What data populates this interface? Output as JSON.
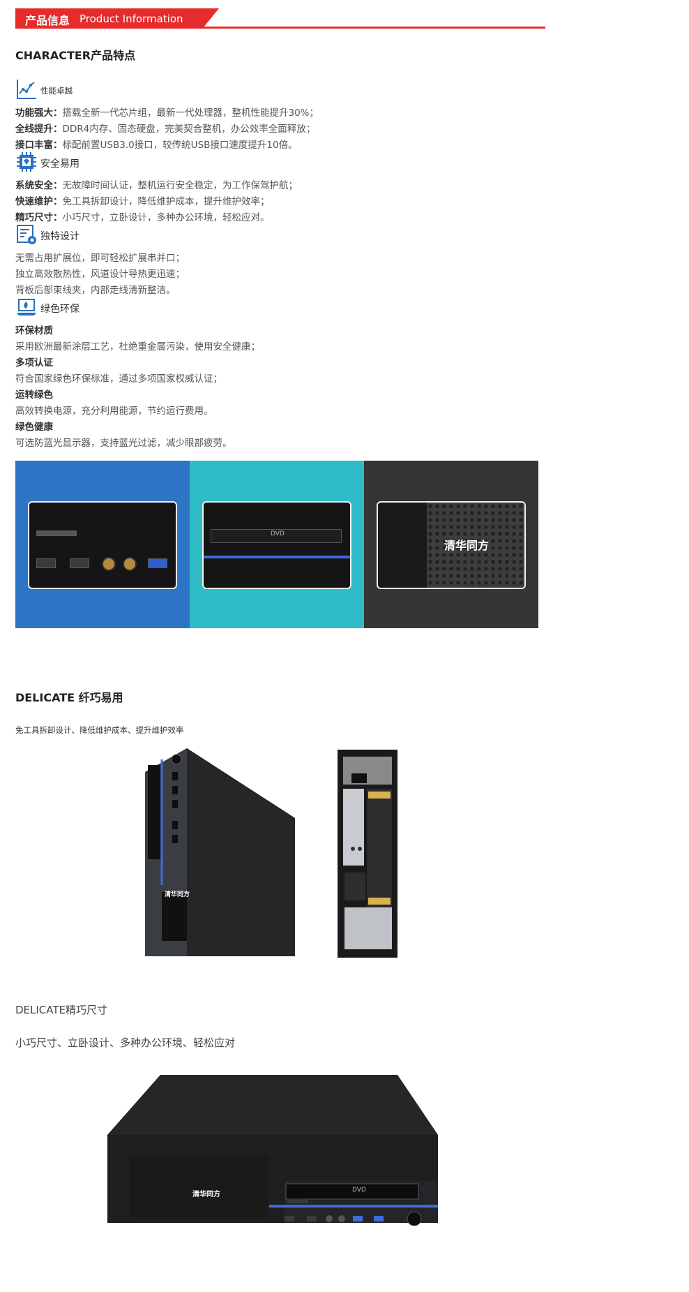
{
  "header": {
    "title_cn": "产品信息",
    "title_en": "Product Information"
  },
  "character": {
    "title": "CHARACTER产品特点",
    "groups": [
      {
        "icon": "chart-line-icon",
        "title": "性能卓越",
        "lines": [
          {
            "label": "功能强大：",
            "text": "搭载全新一代芯片组，最新一代处理器，整机性能提升30%；"
          },
          {
            "label": "全线提升：",
            "text": "DDR4内存、固态硬盘，完美契合整机，办公效率全面释放；"
          },
          {
            "label": "接口丰富：",
            "text": "标配前置USB3.0接口，较传统USB接口速度提升10倍。"
          }
        ]
      },
      {
        "icon": "cpu-chip-icon",
        "title": "安全易用",
        "lines": [
          {
            "label": "系统安全：",
            "text": "无故障时间认证，整机运行安全稳定，为工作保驾护航；"
          },
          {
            "label": "快速维护：",
            "text": "免工具拆卸设计，降低维护成本，提升维护效率；"
          },
          {
            "label": "精巧尺寸：",
            "text": "小巧尺寸，立卧设计，多种办公环境，轻松应对。"
          }
        ]
      },
      {
        "icon": "settings-document-icon",
        "title": "独特设计",
        "lines": [
          {
            "label": "",
            "text": "无需占用扩展位，即可轻松扩展串并口；"
          },
          {
            "label": "",
            "text": "独立高效散热性，风道设计导热更迅速；"
          },
          {
            "label": "",
            "text": "背板后部束线夹，内部走线清新整洁。"
          }
        ]
      },
      {
        "icon": "laptop-eco-icon",
        "title": "绿色环保",
        "items": [
          {
            "heading": "环保材质",
            "text": "采用欧洲最新涂层工艺，杜绝重金属污染，使用安全健康；"
          },
          {
            "heading": "多项认证",
            "text": "符合国家绿色环保标准，通过多项国家权威认证；"
          },
          {
            "heading": "运转绿色",
            "text": "高效转换电源，充分利用能源，节约运行费用。"
          },
          {
            "heading": "绿色健康",
            "text": "可选防蓝光显示器，支持蓝光过滤，减少眼部疲劳。"
          }
        ]
      }
    ]
  },
  "strip": {
    "brand": "清华同方",
    "colors": [
      "#2d74c4",
      "#2ebcc6",
      "#353535"
    ],
    "dvd_label": "DVD"
  },
  "delicate1": {
    "title": "DELICATE 纤巧易用",
    "subtitle": "免工具拆卸设计、降低维护成本、提升维护效率",
    "brand": "清华同方"
  },
  "delicate2": {
    "title": "DELICATE精巧尺寸",
    "subtitle": "小巧尺寸、立卧设计、多种办公环境、轻松应对",
    "brand": "清华同方",
    "dvd_label": "DVD"
  }
}
